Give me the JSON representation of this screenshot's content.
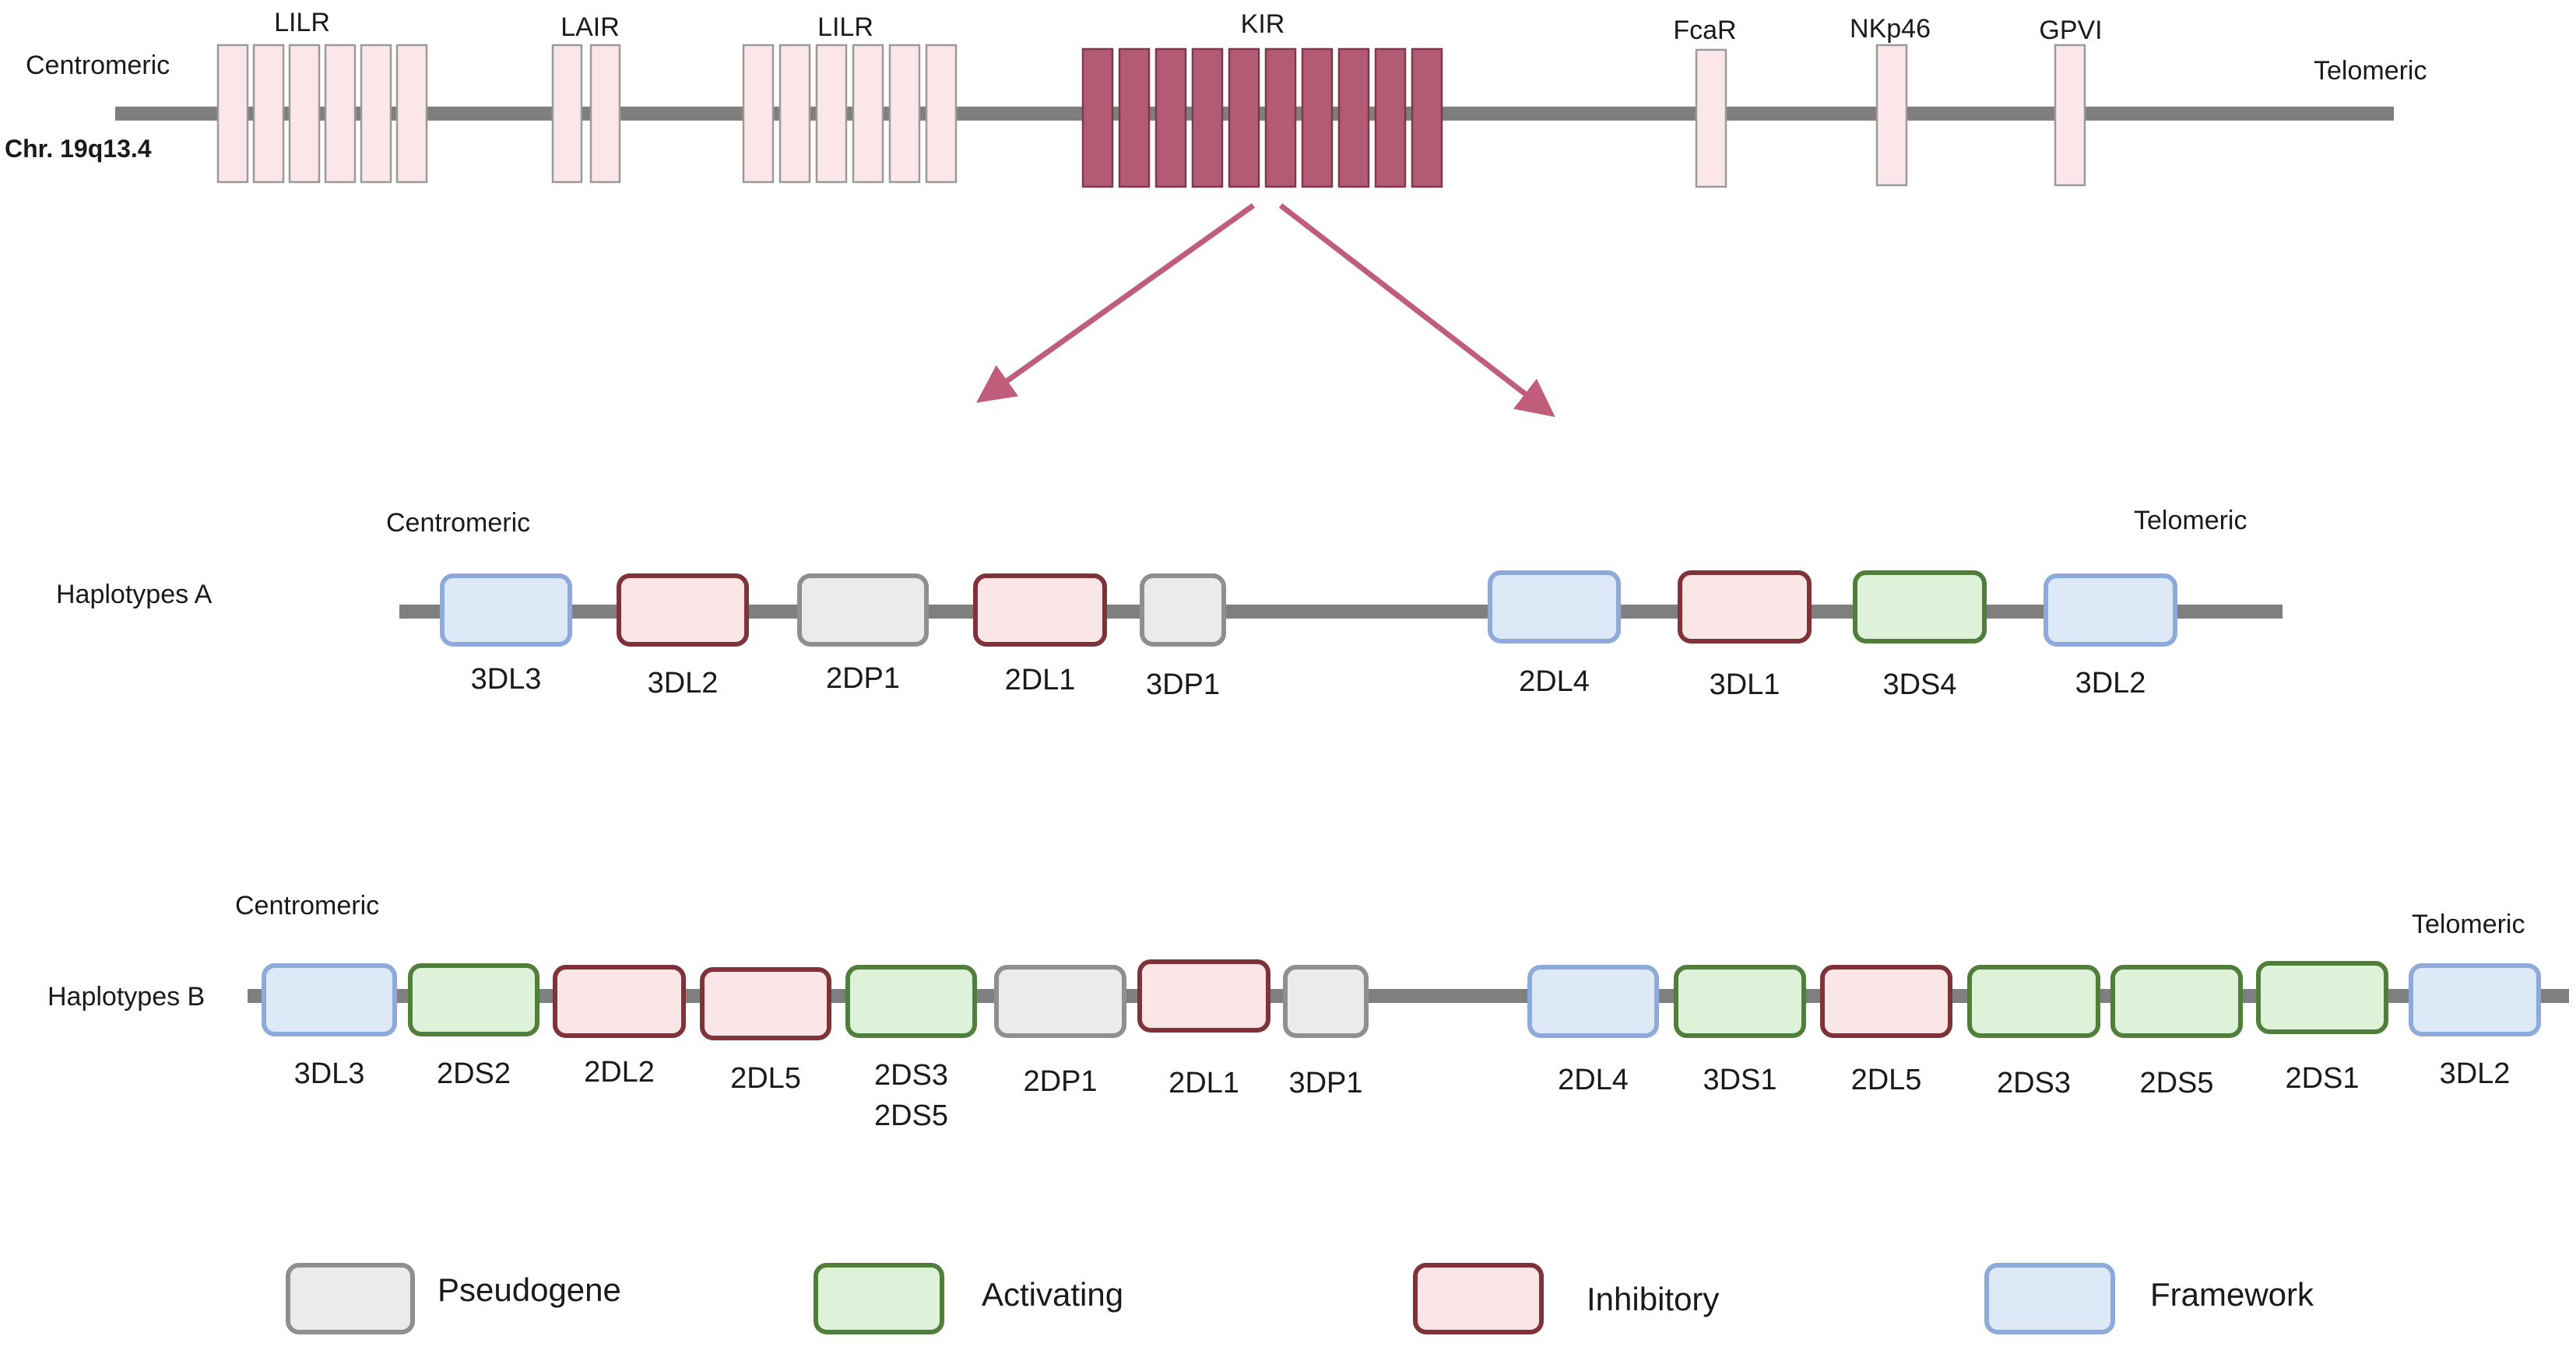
{
  "chromosome": {
    "centromeric": "Centromeric",
    "telomeric": "Telomeric",
    "chr_label": "Chr. 19q13.4",
    "loci": [
      {
        "label": "LILR",
        "count": 6,
        "kind": "light"
      },
      {
        "label": "LAIR",
        "count": 2,
        "kind": "light"
      },
      {
        "label": "LILR",
        "count": 6,
        "kind": "light"
      },
      {
        "label": "KIR",
        "count": 10,
        "kind": "dark"
      },
      {
        "label": "FcaR",
        "count": 1,
        "kind": "light"
      },
      {
        "label": "NKp46",
        "count": 1,
        "kind": "light"
      },
      {
        "label": "GPVI",
        "count": 1,
        "kind": "light"
      }
    ]
  },
  "haplotype_a": {
    "label": "Haplotypes A",
    "centromeric": "Centromeric",
    "telomeric": "Telomeric",
    "genes": [
      {
        "name": "3DL3",
        "type": "framework"
      },
      {
        "name": "3DL2",
        "type": "inhibitory"
      },
      {
        "name": "2DP1",
        "type": "pseudogene"
      },
      {
        "name": "2DL1",
        "type": "inhibitory"
      },
      {
        "name": "3DP1",
        "type": "pseudogene"
      },
      {
        "name": "2DL4",
        "type": "framework"
      },
      {
        "name": "3DL1",
        "type": "inhibitory"
      },
      {
        "name": "3DS4",
        "type": "activating"
      },
      {
        "name": "3DL2",
        "type": "framework"
      }
    ]
  },
  "haplotype_b": {
    "label": "Haplotypes B",
    "centromeric": "Centromeric",
    "telomeric": "Telomeric",
    "genes": [
      {
        "name": "3DL3",
        "type": "framework"
      },
      {
        "name": "2DS2",
        "type": "activating"
      },
      {
        "name": "2DL2",
        "type": "inhibitory"
      },
      {
        "name": "2DL5",
        "type": "inhibitory"
      },
      {
        "name": "2DS3",
        "name2": "2DS5",
        "type": "activating"
      },
      {
        "name": "2DP1",
        "type": "pseudogene"
      },
      {
        "name": "2DL1",
        "type": "inhibitory"
      },
      {
        "name": "3DP1",
        "type": "pseudogene"
      },
      {
        "name": "2DL4",
        "type": "framework"
      },
      {
        "name": "3DS1",
        "type": "activating"
      },
      {
        "name": "2DL5",
        "type": "inhibitory"
      },
      {
        "name": "2DS3",
        "type": "activating"
      },
      {
        "name": "2DS5",
        "type": "activating"
      },
      {
        "name": "2DS1",
        "type": "activating"
      },
      {
        "name": "3DL2",
        "type": "framework"
      }
    ]
  },
  "legend": [
    {
      "label": "Pseudogene",
      "type": "pseudogene"
    },
    {
      "label": "Activating",
      "type": "activating"
    },
    {
      "label": "Inhibitory",
      "type": "inhibitory"
    },
    {
      "label": "Framework",
      "type": "framework"
    }
  ],
  "colors": {
    "line": "#7f7f7f",
    "arrow": "#bf5d7b",
    "locus_light_fill": "#fbe7e9",
    "locus_light_stroke": "#9a9a9a",
    "kir_fill": "#b35a74",
    "kir_stroke": "#7d3a4f",
    "pseudogene": {
      "fill": "#ebebeb",
      "stroke": "#8f8f8f"
    },
    "activating": {
      "fill": "#ddf2d8",
      "stroke": "#4f7f3a"
    },
    "inhibitory": {
      "fill": "#fbe6e7",
      "stroke": "#7f3339"
    },
    "framework": {
      "fill": "#dde9f7",
      "stroke": "#8eaadb"
    }
  }
}
